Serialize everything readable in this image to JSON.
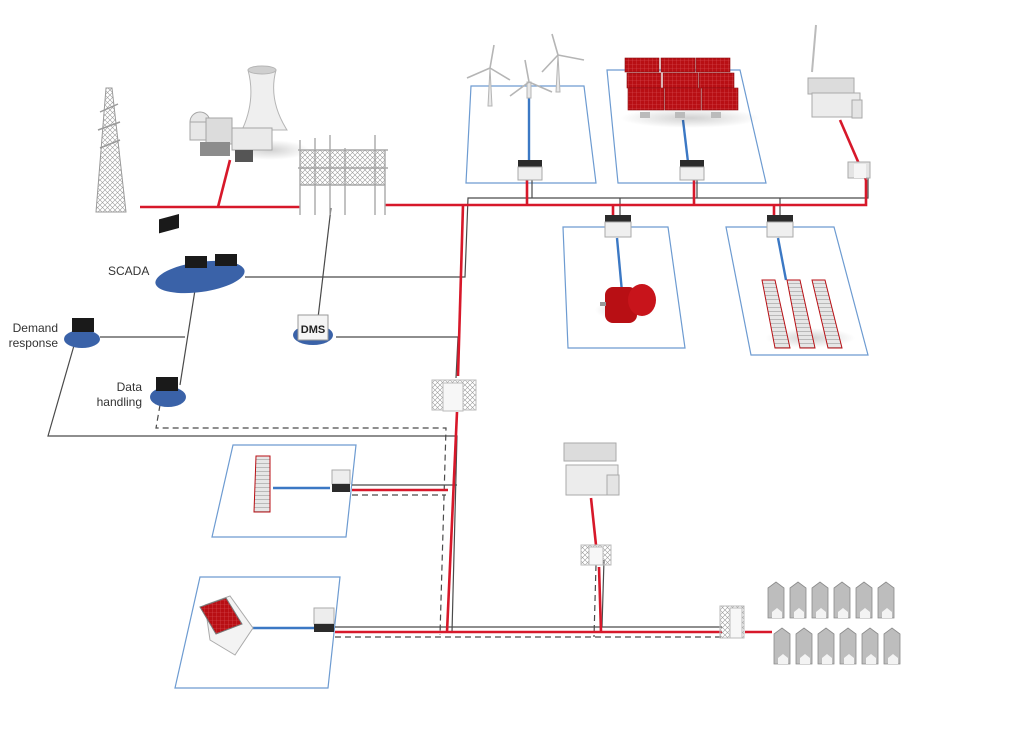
{
  "colors": {
    "power_line": "#d7182a",
    "comm_line": "#4a4a4a",
    "feeder_line": "#3b78c4",
    "zone_border": "#6d9bd1",
    "control_platform": "#3a62a8",
    "equipment_gray": "#d8d8d8",
    "equipment_red": "#b80f14"
  },
  "labels": {
    "scada": "SCADA",
    "demand_response_line1": "Demand",
    "demand_response_line2": "response",
    "data_handling_line1": "Data",
    "data_handling_line2": "handling",
    "dms": "DMS"
  },
  "nodes": [
    {
      "id": "transmission-tower",
      "kind": "transmission tower"
    },
    {
      "id": "nuclear-plant",
      "kind": "power plant with cooling tower"
    },
    {
      "id": "substation",
      "kind": "substation switchyard"
    },
    {
      "id": "wind-farm",
      "kind": "wind turbines",
      "count": 3
    },
    {
      "id": "solar-farm",
      "kind": "solar panel array",
      "count": 9
    },
    {
      "id": "industrial-plant-top",
      "kind": "industrial building"
    },
    {
      "id": "motor-load",
      "kind": "electric motor"
    },
    {
      "id": "battery-storage",
      "kind": "battery racks",
      "count": 3
    },
    {
      "id": "scada",
      "kind": "control center",
      "monitors": 3
    },
    {
      "id": "demand-response",
      "kind": "control station",
      "monitors": 1
    },
    {
      "id": "data-handling",
      "kind": "control station",
      "monitors": 1
    },
    {
      "id": "dms",
      "kind": "distribution management system"
    },
    {
      "id": "distribution-transformer",
      "kind": "transformer"
    },
    {
      "id": "home-battery",
      "kind": "battery rack",
      "count": 1
    },
    {
      "id": "house-solar",
      "kind": "house with rooftop PV"
    },
    {
      "id": "commercial-building",
      "kind": "commercial building"
    },
    {
      "id": "residential-neighborhood",
      "kind": "houses",
      "count": 12
    }
  ]
}
